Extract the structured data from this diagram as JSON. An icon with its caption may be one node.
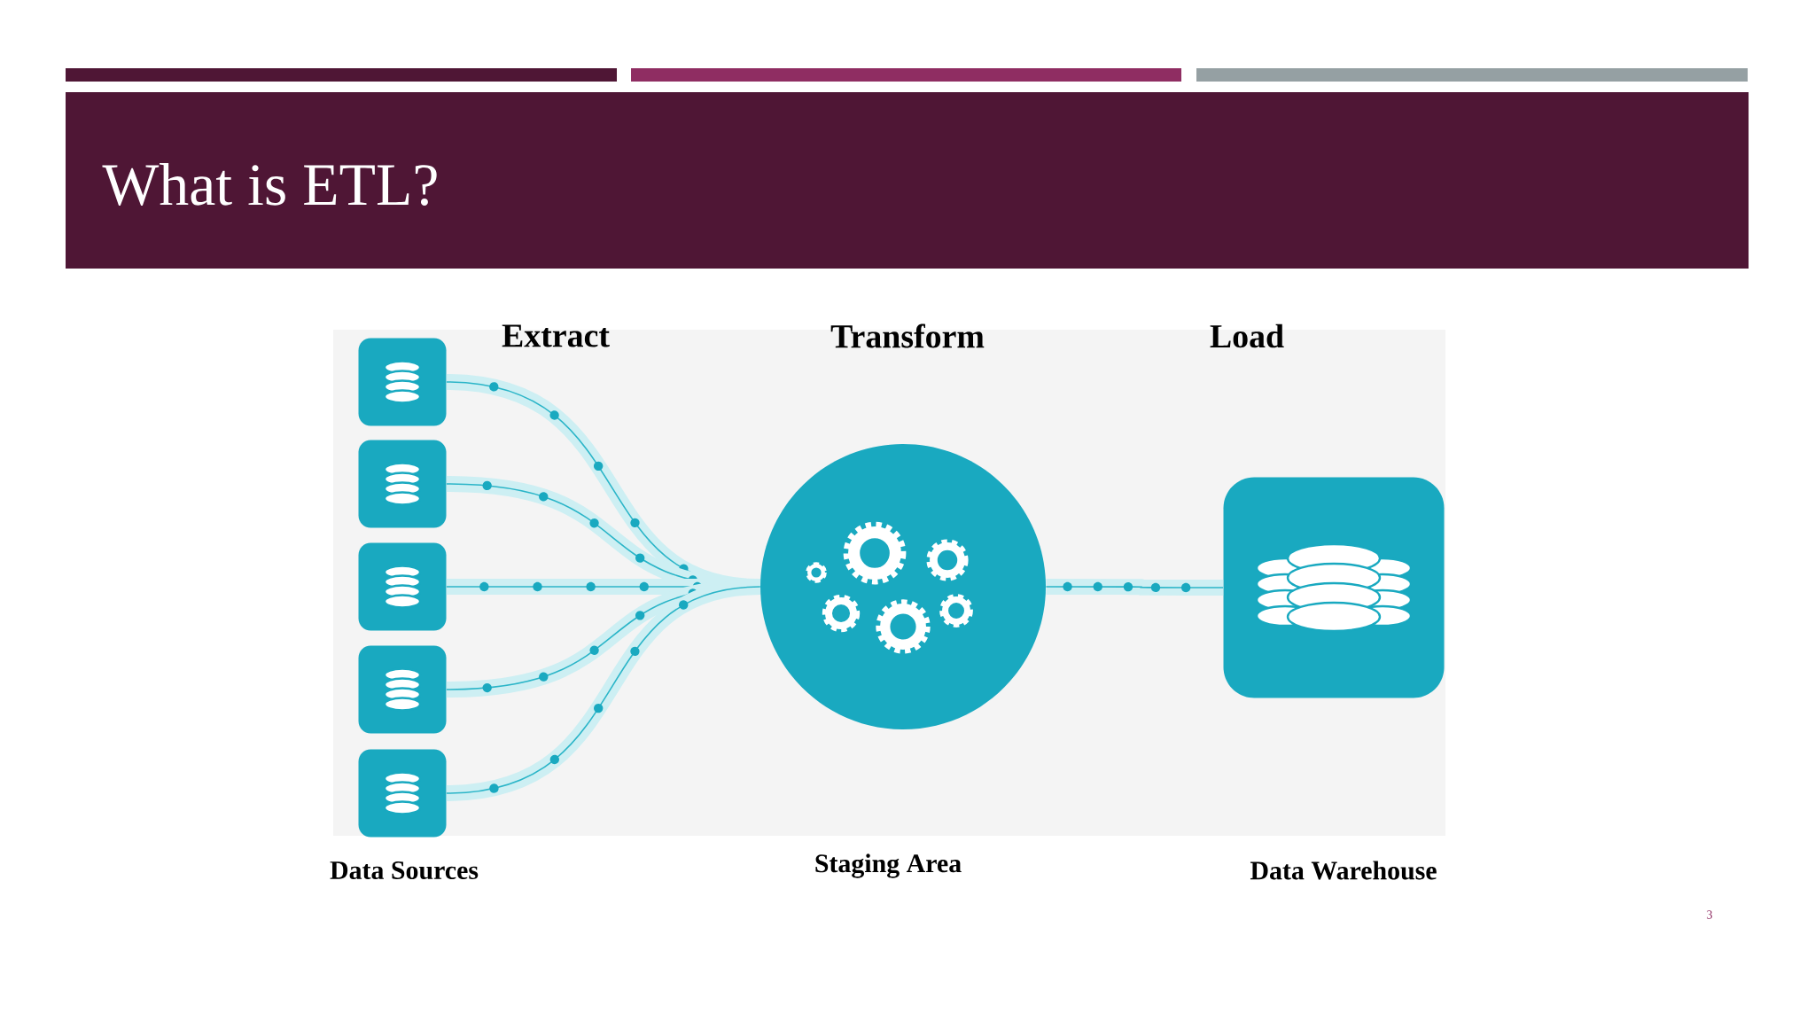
{
  "diagram": {
    "title": "What is ETL?",
    "nodes": [
      {
        "text": [],
        "shape": "box"
      },
      {
        "text": [],
        "shape": "box"
      },
      {
        "text": [],
        "shape": "box"
      },
      {
        "text": [],
        "shape": "box"
      },
      {
        "text": [],
        "shape": "box"
      },
      {
        "text": [],
        "shape": "circle"
      },
      {
        "text": [],
        "shape": "box"
      }
    ],
    "edges": [
      {
        "from": 0,
        "to": 5,
        "arrow": "none"
      },
      {
        "from": 1,
        "to": 5,
        "arrow": "none"
      },
      {
        "from": 2,
        "to": 5,
        "arrow": "none"
      },
      {
        "from": 3,
        "to": 5,
        "arrow": "none"
      },
      {
        "from": 4,
        "to": 5,
        "arrow": "none"
      },
      {
        "from": 5,
        "to": 6,
        "arrow": "none"
      }
    ],
    "labels": [
      "Extract",
      "Transform",
      "Load",
      "Data Sources",
      "Staging Area",
      "Data Warehouse",
      "3"
    ]
  }
}
